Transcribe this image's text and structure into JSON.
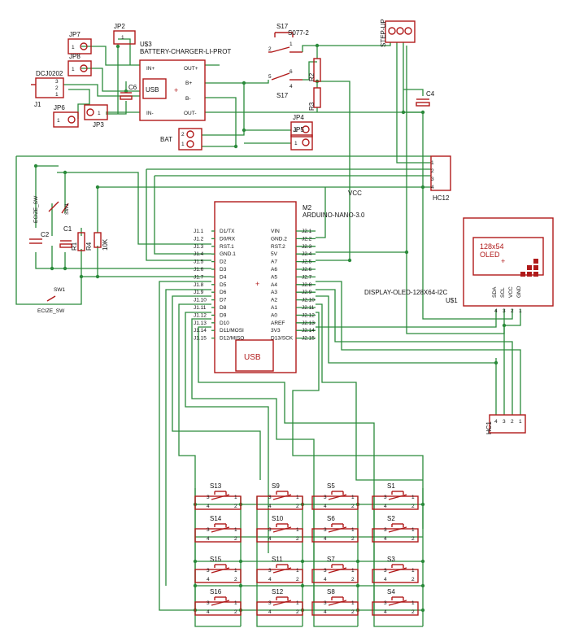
{
  "parts": {
    "charger": {
      "name": "U$3",
      "value": "BATTERY-CHARGER-LI-PROT",
      "in_plus": "IN+",
      "in_minus": "IN-",
      "out_plus": "OUT+",
      "out_minus": "OUT-",
      "b_plus": "B+",
      "b_minus": "B-",
      "usb": "USB"
    },
    "nano": {
      "name": "M2",
      "value": "ARDUINO-NANO-3.0",
      "usb": "USB",
      "left_pins": [
        "D1/TX",
        "D0/RX",
        "RST.1",
        "GND.1",
        "D2",
        "D3",
        "D4",
        "D5",
        "D6",
        "D7",
        "D8",
        "D9",
        "D10",
        "D11/MOSI",
        "D12/MISO"
      ],
      "left_nums": [
        "J1.1",
        "J1.2",
        "J1.3",
        "J1.4",
        "J1.5",
        "J1.6",
        "J1.7",
        "J1.8",
        "J1.9",
        "J1.10",
        "J1.11",
        "J1.12",
        "J1.13",
        "J1.14",
        "J1.15"
      ],
      "right_pins": [
        "VIN",
        "GND.2",
        "RST.2",
        "5V",
        "A7",
        "A6",
        "A5",
        "A4",
        "A3",
        "A2",
        "A1",
        "A0",
        "AREF",
        "3V3",
        "D13/SCK"
      ],
      "right_nums": [
        "J2.1",
        "J2.2",
        "J2.3",
        "J2.4",
        "J2.5",
        "J2.6",
        "J2.7",
        "J2.8",
        "J2.9",
        "J2.10",
        "J2.11",
        "J2.12",
        "J2.13",
        "J2.14",
        "J2.15"
      ]
    },
    "oled": {
      "name": "U$1",
      "value": "DISPLAY-OLED-128X64-I2C",
      "screen": "128x54",
      "screen2": "OLED",
      "pins": [
        "SDA",
        "SCL",
        "VCC",
        "GND"
      ],
      "pin_nums": [
        "4",
        "3",
        "2",
        "1"
      ]
    },
    "hc12": {
      "name": "HC12",
      "pins": [
        "1",
        "2",
        "3",
        "4"
      ]
    },
    "hc1": {
      "name": "HC1",
      "pins": [
        "4",
        "3",
        "2",
        "1"
      ]
    },
    "stepup": {
      "name": "STEP-UP"
    },
    "s17": {
      "name": "S17",
      "value": "S077-2",
      "pins": [
        "2",
        "1",
        "5",
        "6",
        "4"
      ]
    },
    "j1": {
      "name": "J1",
      "value": "DCJ0202",
      "pins": [
        "3",
        "2",
        "1"
      ]
    },
    "jp2": {
      "name": "JP2",
      "pin": "1"
    },
    "jp7": {
      "name": "JP7",
      "pin": "1"
    },
    "jp8": {
      "name": "JP8",
      "pin": "1"
    },
    "jp6": {
      "name": "JP6",
      "pin": "1"
    },
    "jp3": {
      "name": "JP3",
      "pin": "1"
    },
    "jp4": {
      "name": "JP4",
      "pin": "1"
    },
    "jp5": {
      "name": "JP5",
      "pin": "1"
    },
    "bat": {
      "name": "BAT",
      "pins": [
        "2",
        "1"
      ]
    },
    "c6": {
      "name": "C6"
    },
    "c4": {
      "name": "C4"
    },
    "r2": {
      "name": "R2"
    },
    "r3": {
      "name": "R3"
    },
    "c2": {
      "name": "C2"
    },
    "c1": {
      "name": "C1"
    },
    "r1": {
      "name": "R1"
    },
    "r4": {
      "name": "R4",
      "value": "10K"
    },
    "sw1": {
      "name": "SW1",
      "value": "ECIZE_SW"
    },
    "sw1b": {
      "name": "SW1",
      "value": "ECIZE_SW"
    },
    "vcc": {
      "label": "VCC"
    }
  },
  "switches": [
    {
      "name": "S13"
    },
    {
      "name": "S9"
    },
    {
      "name": "S5"
    },
    {
      "name": "S1"
    },
    {
      "name": "S14"
    },
    {
      "name": "S10"
    },
    {
      "name": "S6"
    },
    {
      "name": "S2"
    },
    {
      "name": "S15"
    },
    {
      "name": "S11"
    },
    {
      "name": "S7"
    },
    {
      "name": "S3"
    },
    {
      "name": "S16"
    },
    {
      "name": "S12"
    },
    {
      "name": "S8"
    },
    {
      "name": "S4"
    }
  ],
  "switch_pin_labels": [
    "3",
    "1",
    "4",
    "2"
  ]
}
